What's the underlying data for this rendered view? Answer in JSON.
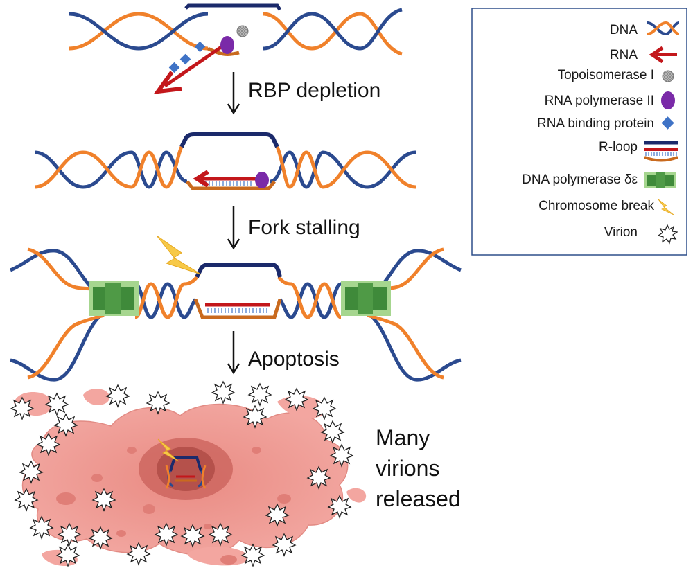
{
  "steps": [
    {
      "label": "RBP depletion"
    },
    {
      "label": "Fork stalling"
    },
    {
      "label": "Apoptosis"
    }
  ],
  "caption": [
    "Many",
    "virions",
    "released"
  ],
  "legend": {
    "items": [
      {
        "label": "DNA",
        "icon": "dna-helix-icon"
      },
      {
        "label": "RNA",
        "icon": "rna-arrow-icon"
      },
      {
        "label": "Topoisomerase I",
        "icon": "topoisomerase-icon"
      },
      {
        "label": "RNA polymerase II",
        "icon": "rna-polymerase-icon"
      },
      {
        "label": "RNA binding protein",
        "icon": "rbp-diamond-icon"
      },
      {
        "label": "R-loop",
        "icon": "r-loop-icon"
      },
      {
        "label": "DNA polymerase δε",
        "icon": "dna-polymerase-icon"
      },
      {
        "label": "Chromosome break",
        "icon": "lightning-icon"
      },
      {
        "label": "Virion",
        "icon": "virion-star-icon"
      }
    ]
  },
  "colors": {
    "dna_blue": "#2b4a8f",
    "dna_orange": "#f0812b",
    "rna_red": "#c3171b",
    "rloop_navy": "#1b2a6b",
    "polymerase_purple": "#7a2aa8",
    "rbp_blue": "#3f73c6",
    "pol_green": "#3f8a3a",
    "pol_light_green": "#a6d68f",
    "bolt_yellow": "#f7c948",
    "cell_pink": "#f3a6a0",
    "cell_dark": "#d9736c"
  }
}
